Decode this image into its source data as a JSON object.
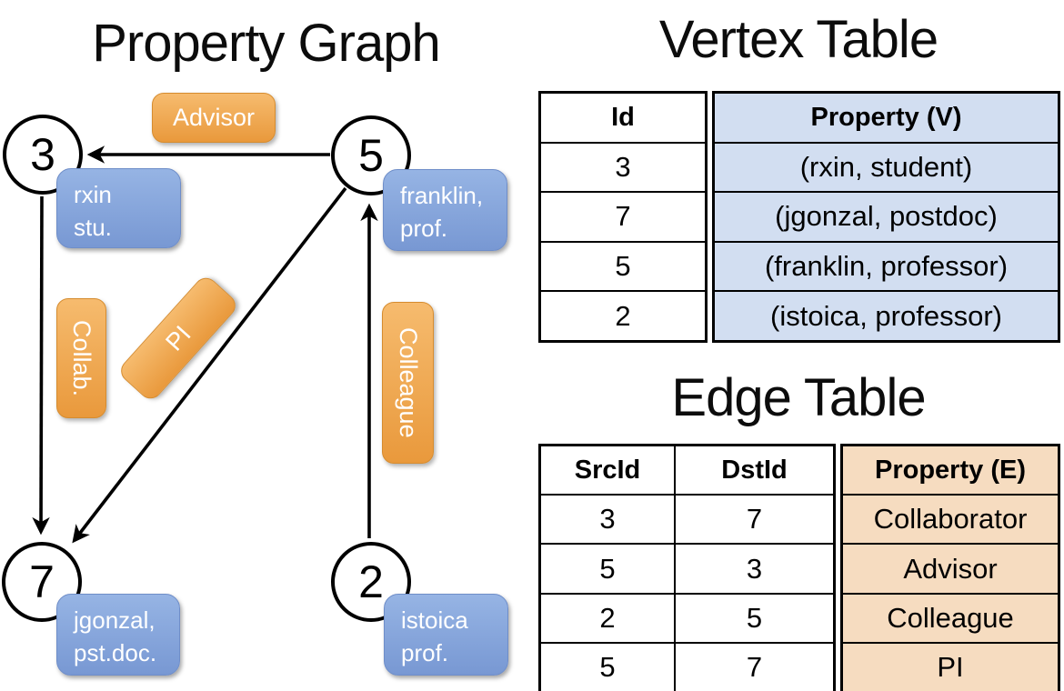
{
  "titles": {
    "graph": "Property Graph",
    "vertex_table": "Vertex Table",
    "edge_table": "Edge Table"
  },
  "colors": {
    "edge_label_orange": "#eda04a",
    "vertex_property_blue": "#86a6da",
    "vertex_table_fill": "#d2def1",
    "edge_table_fill": "#f6dcc0",
    "line": "#000000"
  },
  "graph": {
    "nodes": [
      {
        "id": "3",
        "prop_line1": "rxin",
        "prop_line2": "stu."
      },
      {
        "id": "5",
        "prop_line1": "franklin,",
        "prop_line2": "prof."
      },
      {
        "id": "7",
        "prop_line1": "jgonzal,",
        "prop_line2": "pst.doc."
      },
      {
        "id": "2",
        "prop_line1": "istoica",
        "prop_line2": "prof."
      }
    ],
    "edge_labels": {
      "advisor": "Advisor",
      "collab": "Collab.",
      "pi": "PI",
      "colleague": "Colleague"
    }
  },
  "vertex_table": {
    "headers": {
      "id": "Id",
      "property": "Property (V)"
    },
    "rows": [
      {
        "id": "3",
        "property": "(rxin, student)"
      },
      {
        "id": "7",
        "property": "(jgonzal, postdoc)"
      },
      {
        "id": "5",
        "property": "(franklin, professor)"
      },
      {
        "id": "2",
        "property": "(istoica, professor)"
      }
    ]
  },
  "edge_table": {
    "headers": {
      "src": "SrcId",
      "dst": "DstId",
      "property": "Property (E)"
    },
    "rows": [
      {
        "src": "3",
        "dst": "7",
        "property": "Collaborator"
      },
      {
        "src": "5",
        "dst": "3",
        "property": "Advisor"
      },
      {
        "src": "2",
        "dst": "5",
        "property": "Colleague"
      },
      {
        "src": "5",
        "dst": "7",
        "property": "PI"
      }
    ]
  }
}
